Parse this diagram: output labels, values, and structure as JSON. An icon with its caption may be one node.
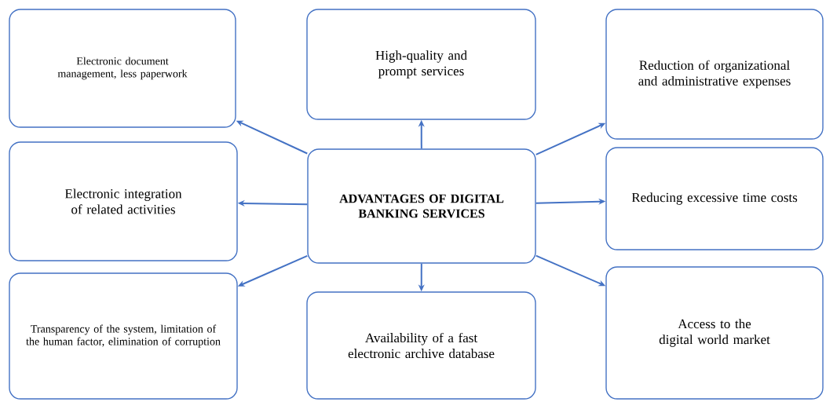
{
  "diagram": {
    "nodes": [
      {
        "text": [
          "Electronic document management, less paperwork"
        ]
      },
      {
        "text": [
          "High-quality and prompt services"
        ]
      },
      {
        "text": [
          "Reduction of organizational and administrative expenses"
        ]
      },
      {
        "text": [
          "Electronic integration of related activities"
        ]
      },
      {
        "text": [
          "ADVANTAGES OF DIGITAL BANKING SERVICES"
        ]
      },
      {
        "text": [
          "Reducing excessive time costs"
        ]
      },
      {
        "text": [
          "Transparency of the system, limitation of the human factor, elimination of corruption"
        ]
      },
      {
        "text": [
          "Availability of a fast electronic archive database"
        ]
      },
      {
        "text": [
          "Access to the digital world market"
        ]
      }
    ],
    "edges": [
      {
        "from": 4,
        "to": 0,
        "arrow": "to"
      },
      {
        "from": 4,
        "to": 1,
        "arrow": "to"
      },
      {
        "from": 4,
        "to": 2,
        "arrow": "to"
      },
      {
        "from": 4,
        "to": 3,
        "arrow": "to"
      },
      {
        "from": 4,
        "to": 5,
        "arrow": "to"
      },
      {
        "from": 4,
        "to": 6,
        "arrow": "to"
      },
      {
        "from": 4,
        "to": 7,
        "arrow": "to"
      },
      {
        "from": 4,
        "to": 8,
        "arrow": "to"
      }
    ]
  }
}
